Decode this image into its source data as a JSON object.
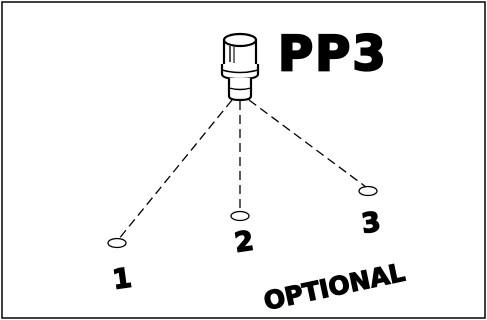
{
  "title": "PP3",
  "labels": {
    "point1": "1",
    "point2": "2",
    "point3": "3",
    "optional": "OPTIONAL"
  },
  "icons": {
    "device": "cylindrical-sensor-icon",
    "points": "mounting-point-icon"
  },
  "colors": {
    "ink": "#000000",
    "paper": "#ffffff",
    "frame": "#000000"
  }
}
